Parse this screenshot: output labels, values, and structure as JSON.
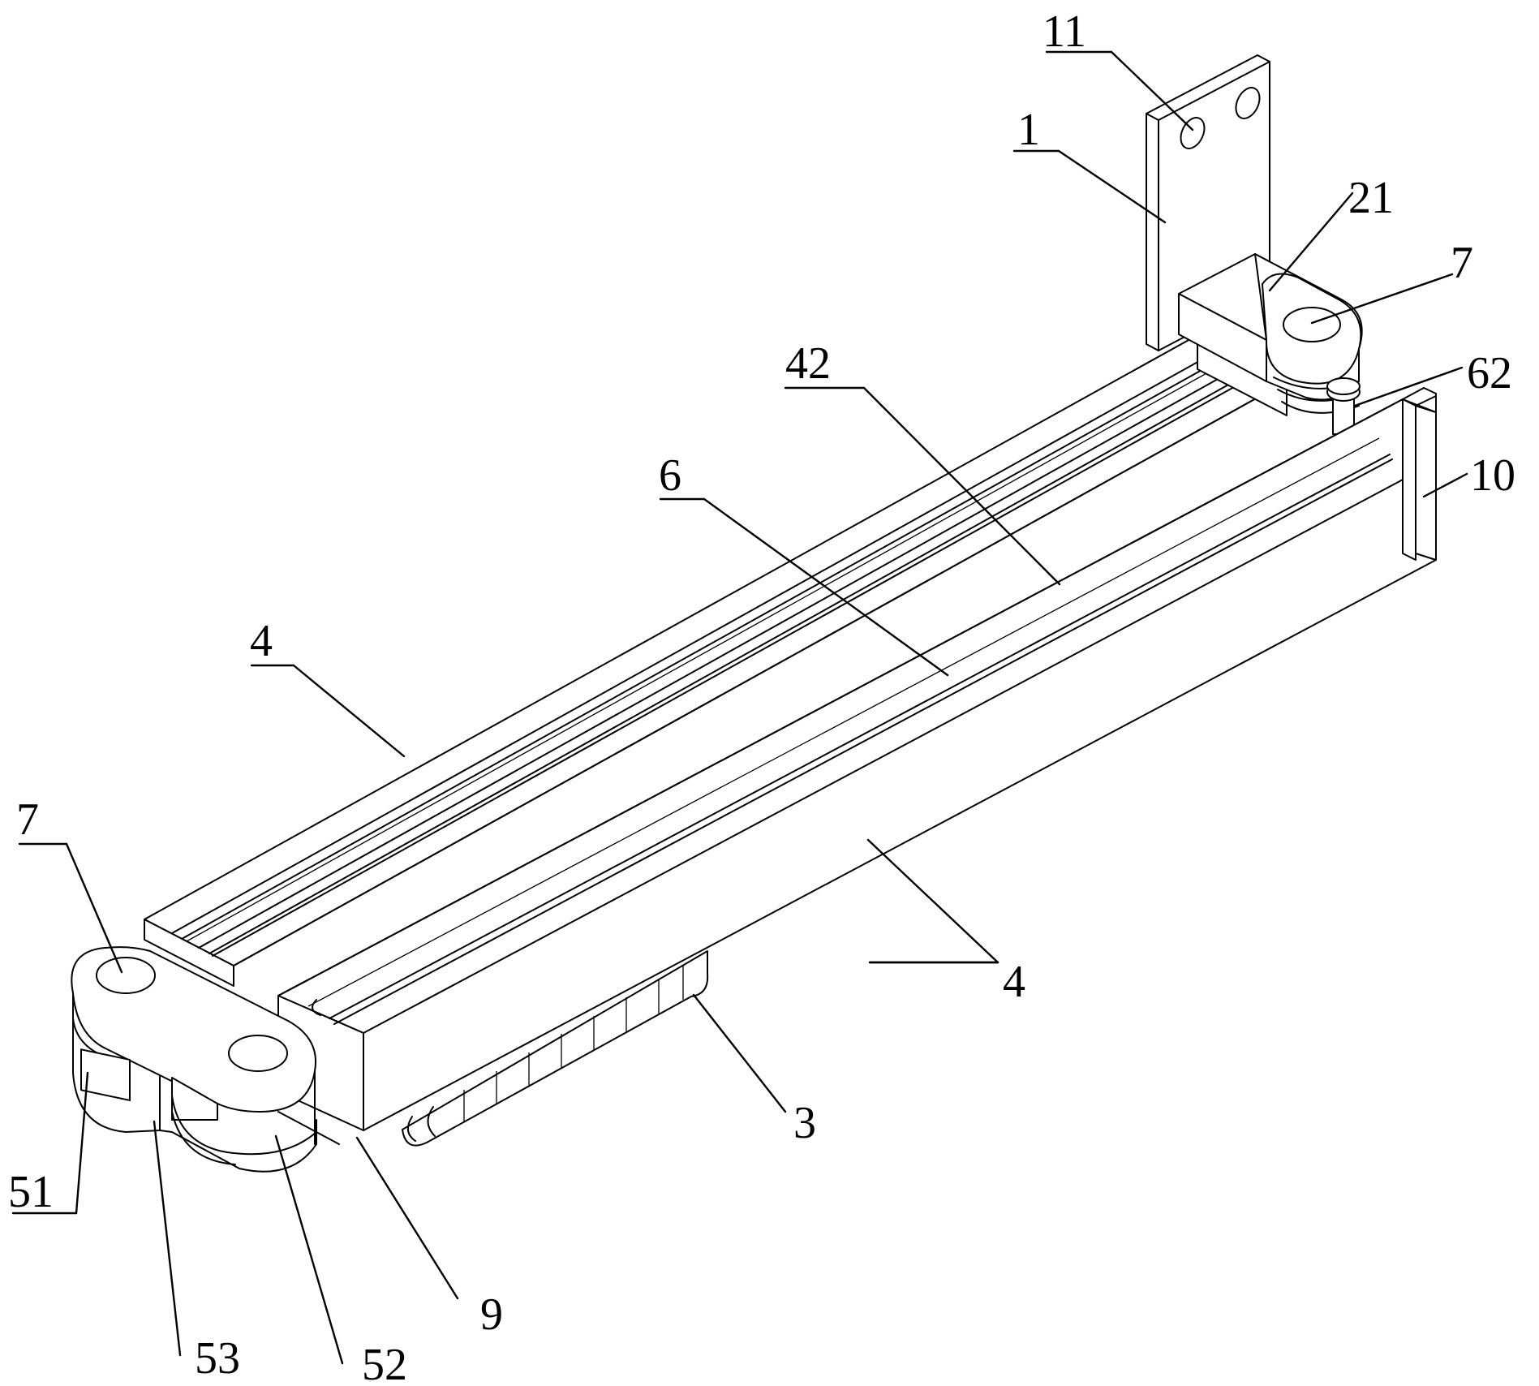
{
  "labels": {
    "l11": "11",
    "l1": "1",
    "l21": "21",
    "l7_top": "7",
    "l62": "62",
    "l42": "42",
    "l10": "10",
    "l6": "6",
    "l4_top": "4",
    "l7_left": "7",
    "l4_right": "4",
    "l3": "3",
    "l9": "9",
    "l51": "51",
    "l53": "53",
    "l52": "52"
  }
}
